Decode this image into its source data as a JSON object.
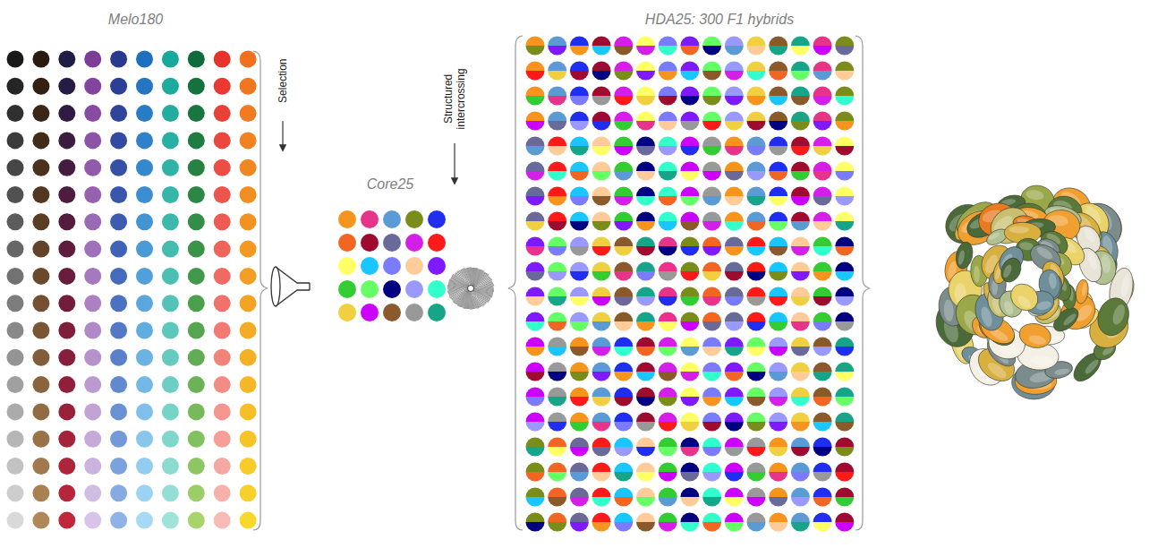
{
  "diagram": {
    "nodes": [
      {
        "text": [
          "Melo180"
        ]
      },
      {
        "text": [
          "Core25"
        ]
      },
      {
        "text": [
          "HDA25: 300 F1 hybrids"
        ]
      }
    ],
    "labels": [
      "Selection",
      "Structured intercrossing"
    ]
  }
}
